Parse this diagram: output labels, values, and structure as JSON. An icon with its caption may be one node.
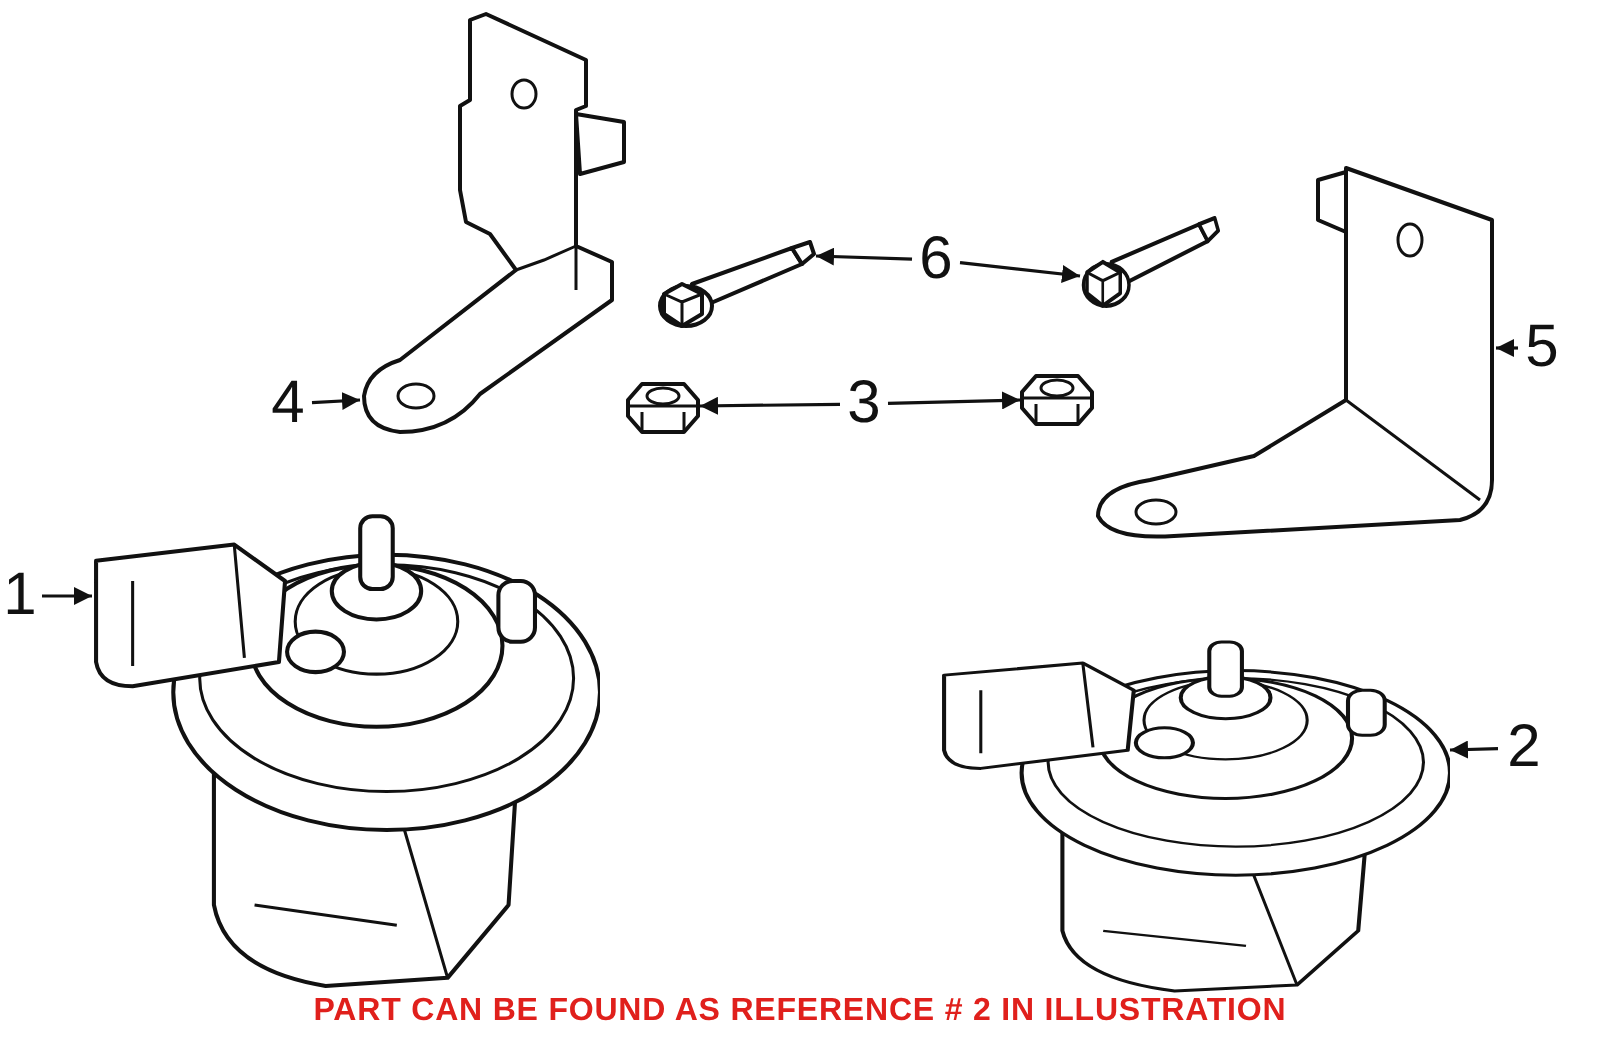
{
  "diagram": {
    "caption": "PART CAN BE FOUND AS REFERENCE # 2 IN ILLUSTRATION",
    "nodes": [
      {
        "text": [
          "1"
        ]
      },
      {
        "text": [],
        "shape": "picture"
      },
      {
        "text": [
          "2"
        ]
      },
      {
        "text": [],
        "shape": "picture"
      },
      {
        "text": [
          "3"
        ]
      },
      {
        "text": [],
        "shape": "picture"
      },
      {
        "text": [],
        "shape": "picture"
      },
      {
        "text": [
          "4"
        ]
      },
      {
        "text": [],
        "shape": "picture"
      },
      {
        "text": [
          "5"
        ]
      },
      {
        "text": [],
        "shape": "picture"
      },
      {
        "text": [
          "6"
        ]
      },
      {
        "text": [],
        "shape": "picture"
      },
      {
        "text": [],
        "shape": "picture"
      }
    ],
    "edges": [
      {
        "from": 0,
        "to": 1,
        "arrow": "to"
      },
      {
        "from": 2,
        "to": 3,
        "arrow": "to"
      },
      {
        "from": 4,
        "to": 5,
        "arrow": "to"
      },
      {
        "from": 4,
        "to": 6,
        "arrow": "to"
      },
      {
        "from": 7,
        "to": 8,
        "arrow": "to"
      },
      {
        "from": 9,
        "to": 10,
        "arrow": "to"
      },
      {
        "from": 11,
        "to": 12,
        "arrow": "to"
      },
      {
        "from": 11,
        "to": 13,
        "arrow": "to"
      }
    ]
  }
}
